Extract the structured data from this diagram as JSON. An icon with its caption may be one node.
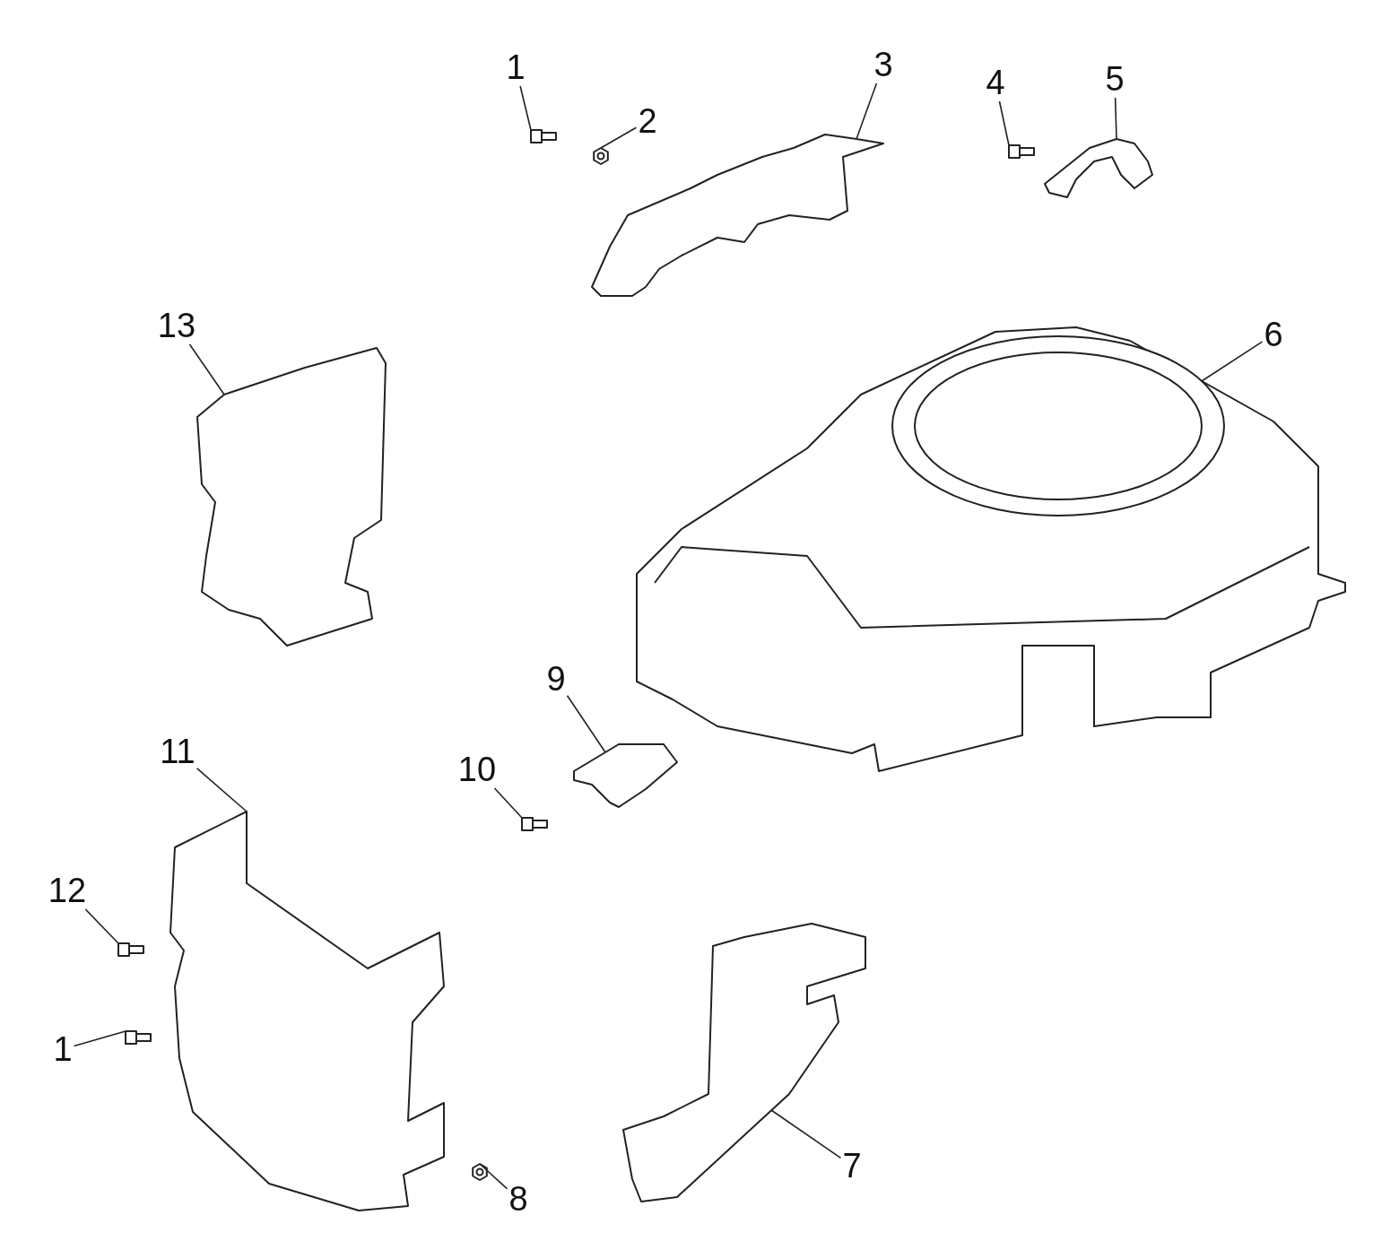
{
  "diagram": {
    "nodes": [
      {
        "text": [
          "1"
        ]
      },
      {
        "text": [],
        "shape": "picture"
      },
      {
        "text": [
          "3"
        ]
      },
      {
        "text": [],
        "shape": "picture"
      },
      {
        "text": [
          "5"
        ]
      },
      {
        "text": [],
        "shape": "picture"
      },
      {
        "text": [
          "4"
        ]
      },
      {
        "text": [],
        "shape": "picture"
      },
      {
        "text": [
          "2"
        ]
      },
      {
        "text": [],
        "shape": "picture"
      },
      {
        "text": [
          "13"
        ]
      },
      {
        "text": [],
        "shape": "picture"
      },
      {
        "text": [
          "6"
        ]
      },
      {
        "text": [],
        "shape": "picture"
      },
      {
        "text": [
          "9"
        ]
      },
      {
        "text": [],
        "shape": "picture"
      },
      {
        "text": [
          "11"
        ]
      },
      {
        "text": [],
        "shape": "picture"
      },
      {
        "text": [
          "10"
        ]
      },
      {
        "text": [],
        "shape": "picture"
      },
      {
        "text": [
          "12"
        ]
      },
      {
        "text": [],
        "shape": "picture"
      },
      {
        "text": [
          "1"
        ]
      },
      {
        "text": [],
        "shape": "picture"
      },
      {
        "text": [
          "7"
        ]
      },
      {
        "text": [],
        "shape": "picture"
      },
      {
        "text": [
          "8"
        ]
      },
      {
        "text": [],
        "shape": "picture"
      }
    ],
    "edges": [
      {
        "from": 0,
        "to": 1,
        "arrow": "none"
      },
      {
        "from": 2,
        "to": 3,
        "arrow": "none"
      },
      {
        "from": 4,
        "to": 5,
        "arrow": "none"
      },
      {
        "from": 6,
        "to": 7,
        "arrow": "none"
      },
      {
        "from": 8,
        "to": 9,
        "arrow": "none"
      },
      {
        "from": 10,
        "to": 11,
        "arrow": "none"
      },
      {
        "from": 12,
        "to": 13,
        "arrow": "none"
      },
      {
        "from": 14,
        "to": 15,
        "arrow": "none"
      },
      {
        "from": 16,
        "to": 17,
        "arrow": "none"
      },
      {
        "from": 18,
        "to": 19,
        "arrow": "none"
      },
      {
        "from": 20,
        "to": 21,
        "arrow": "none"
      },
      {
        "from": 22,
        "to": 23,
        "arrow": "none"
      },
      {
        "from": 24,
        "to": 25,
        "arrow": "none"
      },
      {
        "from": 26,
        "to": 27,
        "arrow": "none"
      }
    ]
  }
}
